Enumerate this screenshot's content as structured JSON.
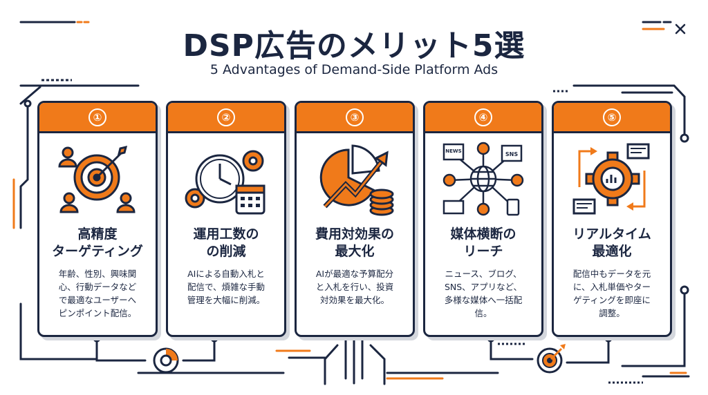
{
  "header": {
    "title": "DSP広告のメリット5選",
    "subtitle": "5 Advantages of Demand-Side Platform Ads"
  },
  "colors": {
    "accent": "#f07a1a",
    "navy": "#1b2640",
    "shadow": "#d4d7dd"
  },
  "cards": [
    {
      "number": "①",
      "icon": "target-audience-icon",
      "title_line1": "高精度",
      "title_line2": "ターゲティング",
      "desc_line1": "年齢、性別、興味関",
      "desc_line2": "心、行動データなど",
      "desc_line3": "で最適なユーザーへ",
      "desc_line4": "ピンポイント配信。"
    },
    {
      "number": "②",
      "icon": "clock-gear-calendar-icon",
      "title_line1": "運用工数の",
      "title_line2": "の削減",
      "desc_line1": "AIによる自動入札と",
      "desc_line2": "配信で、煩雑な手動",
      "desc_line3": "管理を大幅に削減。",
      "desc_line4": ""
    },
    {
      "number": "③",
      "icon": "pie-chart-growth-coins-icon",
      "title_line1": "費用対効果の",
      "title_line2": "最大化",
      "desc_line1": "AIが最適な予算配分",
      "desc_line2": "と入札を行い、投資",
      "desc_line3": "対効果を最大化。",
      "desc_line4": ""
    },
    {
      "number": "④",
      "icon": "media-network-globe-icon",
      "icon_labels": {
        "news": "NEWS",
        "sns": "SNS"
      },
      "title_line1": "媒体横断の",
      "title_line2": "リーチ",
      "desc_line1": "ニュース、ブログ、",
      "desc_line2": "SNS、アプリなど、",
      "desc_line3": "多様な媒体へ一括配",
      "desc_line4": "信。"
    },
    {
      "number": "⑤",
      "icon": "realtime-gear-cycle-icon",
      "title_line1": "リアルタイム",
      "title_line2": "最適化",
      "desc_line1": "配信中もデータを元",
      "desc_line2": "に、入札単価やター",
      "desc_line3": "ゲティングを即座に",
      "desc_line4": "調整。"
    }
  ]
}
